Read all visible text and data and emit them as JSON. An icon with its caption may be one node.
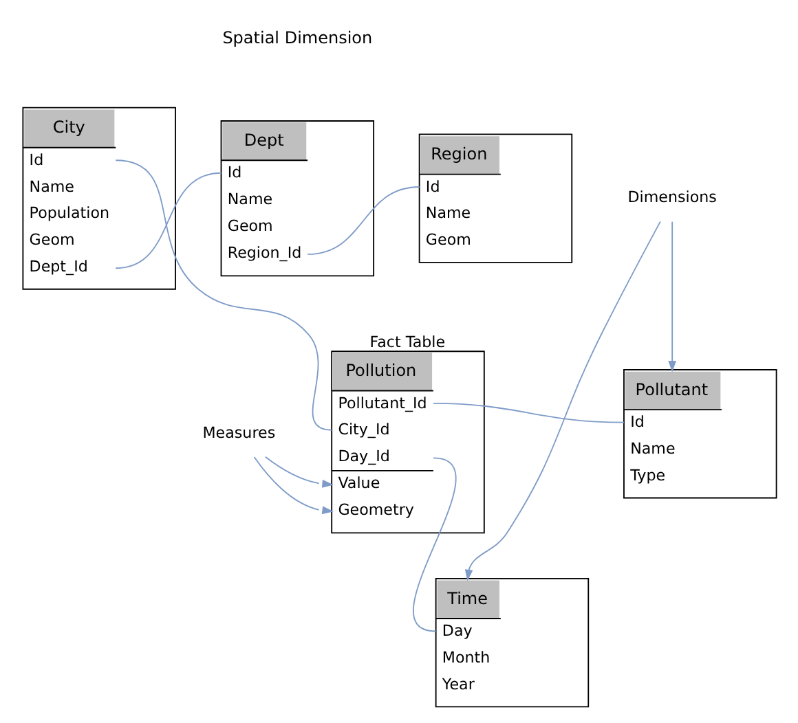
{
  "diagram": {
    "nodes": [
      {
        "text": [
          "City",
          "Id",
          "Name",
          "Population",
          "Geom",
          "Dept_Id"
        ]
      },
      {
        "text": [
          "Dept",
          "Id",
          "Name",
          "Geom",
          "Region_Id"
        ]
      },
      {
        "text": [
          "Region",
          "Id",
          "Name",
          "Geom"
        ]
      },
      {
        "text": [
          "Pollutant",
          "Id",
          "Name",
          "Type"
        ]
      },
      {
        "text": [
          "Pollution",
          "Pollutant_Id",
          "City_Id",
          "Day_Id",
          "Value",
          "Geometry"
        ],
        "beside": [
          "Fact Table"
        ]
      },
      {
        "text": [
          "Dimensions"
        ]
      },
      {
        "text": [
          "Time",
          "Day",
          "Month",
          "Year"
        ]
      },
      {
        "text": [
          "Measures"
        ]
      }
    ],
    "edges": [
      {
        "from": 0,
        "to": 4,
        "arrow": "none"
      },
      {
        "from": 0,
        "to": 1,
        "arrow": "none"
      },
      {
        "from": 1,
        "to": 2,
        "arrow": "none"
      },
      {
        "from": 4,
        "to": 3,
        "arrow": "none"
      },
      {
        "from": 4,
        "to": 6,
        "arrow": "none"
      },
      {
        "from": 5,
        "to": 3,
        "arrow": "to"
      },
      {
        "from": 5,
        "to": 6,
        "arrow": "to"
      },
      {
        "from": 7,
        "to": 4,
        "arrow": "to"
      },
      {
        "from": 7,
        "to": 4,
        "arrow": "to"
      }
    ],
    "labels": [
      "Spatial Dimension"
    ]
  }
}
